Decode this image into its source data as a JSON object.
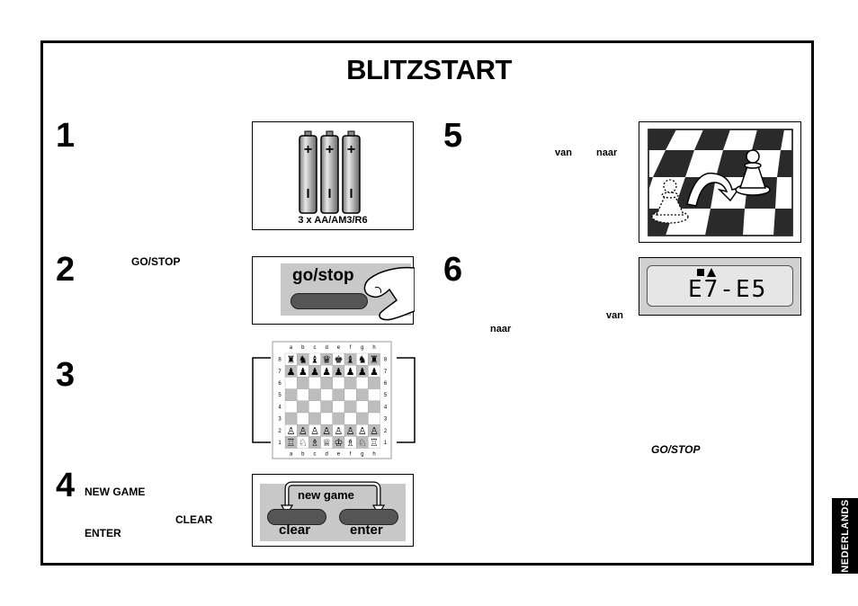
{
  "title": "BLITZSTART",
  "steps": {
    "s1": {
      "num": "1",
      "caption": "3 x AA/AM3/R6"
    },
    "s2": {
      "num": "2",
      "key": "GO/STOP",
      "button_label": "go/stop"
    },
    "s3": {
      "num": "3",
      "files": [
        "a",
        "b",
        "c",
        "d",
        "e",
        "f",
        "g",
        "h"
      ],
      "ranks": [
        "8",
        "7",
        "6",
        "5",
        "4",
        "3",
        "2",
        "1"
      ]
    },
    "s4": {
      "num": "4",
      "key_new_game": "NEW GAME",
      "key_clear": "CLEAR",
      "key_enter": "ENTER",
      "btn_new_game": "new game",
      "btn_clear": "clear",
      "btn_enter": "enter"
    },
    "s5": {
      "num": "5",
      "van": "van",
      "naar": "naar"
    },
    "s6": {
      "num": "6",
      "lcd": "E7-E5",
      "van": "van",
      "naar": "naar",
      "go_stop": "GO/STOP"
    }
  },
  "side_tab": "NEDERLANDS"
}
